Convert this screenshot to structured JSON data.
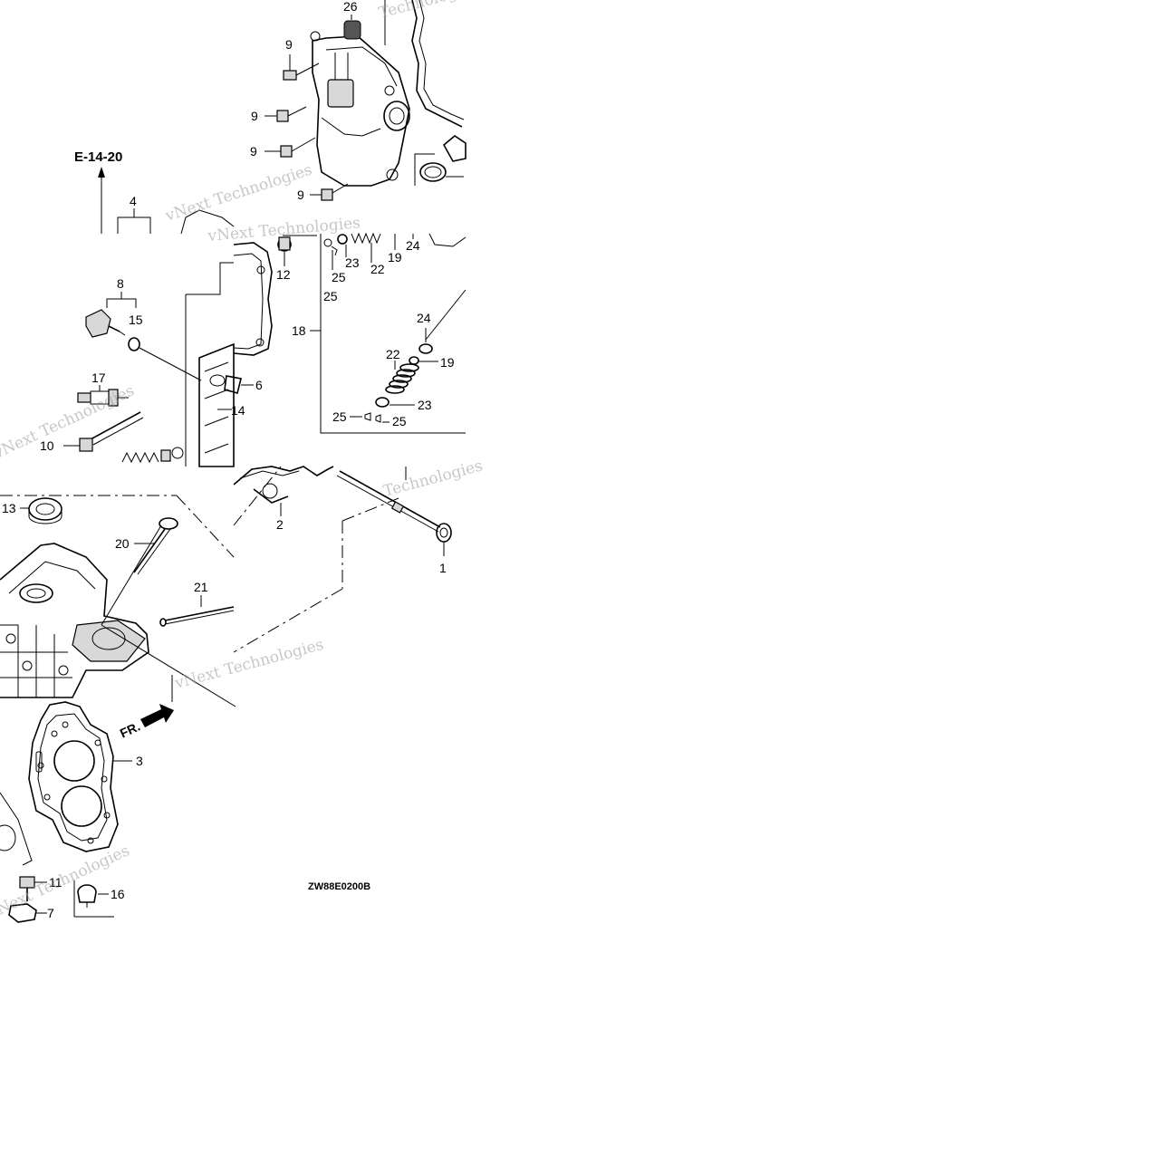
{
  "diagram": {
    "reference": "E-14-20",
    "code": "ZW88E0200B",
    "direction_label": "FR.",
    "watermarks": [
      "vNext Technologies",
      "vNext Technologies",
      "vNext Technologies",
      "vNext Technologies",
      "Technologies",
      "Technologies",
      "vNext Technologies"
    ],
    "callouts": [
      {
        "id": "c26",
        "label": "26"
      },
      {
        "id": "c9a",
        "label": "9"
      },
      {
        "id": "c9b",
        "label": "9"
      },
      {
        "id": "c9c",
        "label": "9"
      },
      {
        "id": "c9d",
        "label": "9"
      },
      {
        "id": "c4",
        "label": "4"
      },
      {
        "id": "c8",
        "label": "8"
      },
      {
        "id": "c15",
        "label": "15"
      },
      {
        "id": "c17",
        "label": "17"
      },
      {
        "id": "c6",
        "label": "6"
      },
      {
        "id": "c14",
        "label": "14"
      },
      {
        "id": "c10",
        "label": "10"
      },
      {
        "id": "c12",
        "label": "12"
      },
      {
        "id": "c25a",
        "label": "25"
      },
      {
        "id": "c25b",
        "label": "25"
      },
      {
        "id": "c23a",
        "label": "23"
      },
      {
        "id": "c22a",
        "label": "22"
      },
      {
        "id": "c19a",
        "label": "19"
      },
      {
        "id": "c24a",
        "label": "24"
      },
      {
        "id": "c18",
        "label": "18"
      },
      {
        "id": "c24b",
        "label": "24"
      },
      {
        "id": "c22b",
        "label": "22"
      },
      {
        "id": "c19b",
        "label": "19"
      },
      {
        "id": "c23b",
        "label": "23"
      },
      {
        "id": "c25c",
        "label": "25"
      },
      {
        "id": "c25d",
        "label": "25"
      },
      {
        "id": "c13",
        "label": "13"
      },
      {
        "id": "c20",
        "label": "20"
      },
      {
        "id": "c21",
        "label": "21"
      },
      {
        "id": "c2",
        "label": "2"
      },
      {
        "id": "c1",
        "label": "1"
      },
      {
        "id": "c3",
        "label": "3"
      },
      {
        "id": "c11",
        "label": "11"
      },
      {
        "id": "c16",
        "label": "16"
      },
      {
        "id": "c7",
        "label": "7"
      }
    ]
  }
}
